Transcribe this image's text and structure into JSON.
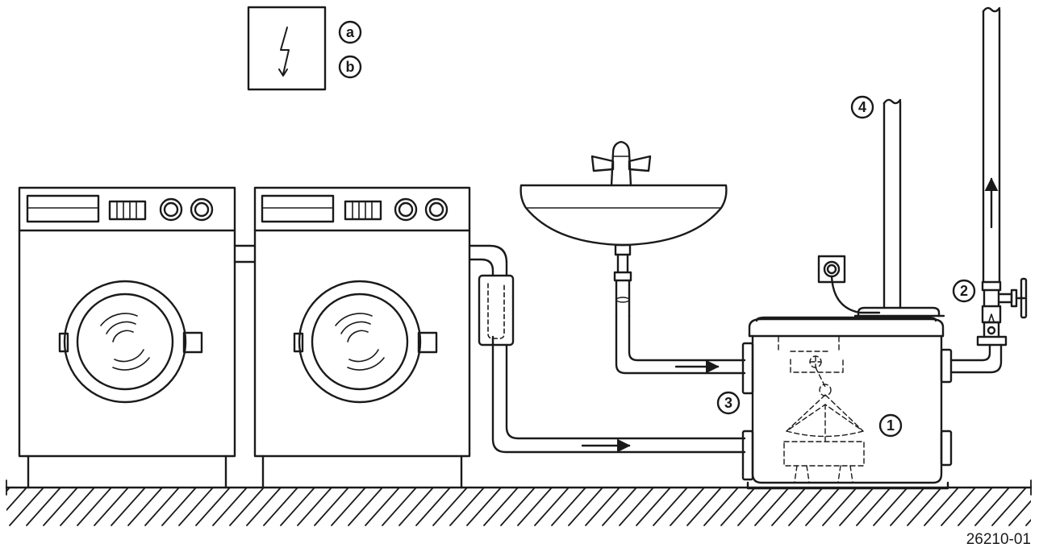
{
  "callouts": {
    "a": "a",
    "b": "b",
    "c1": "1",
    "c2": "2",
    "c3": "3",
    "c4": "4"
  },
  "figure_id": "26210-01",
  "icons": {
    "electrical": "lightning-bolt-icon",
    "outlet": "power-outlet-icon",
    "flow": "flow-arrow-icon"
  },
  "colors": {
    "line": "#1a1a1a",
    "background": "#ffffff"
  }
}
